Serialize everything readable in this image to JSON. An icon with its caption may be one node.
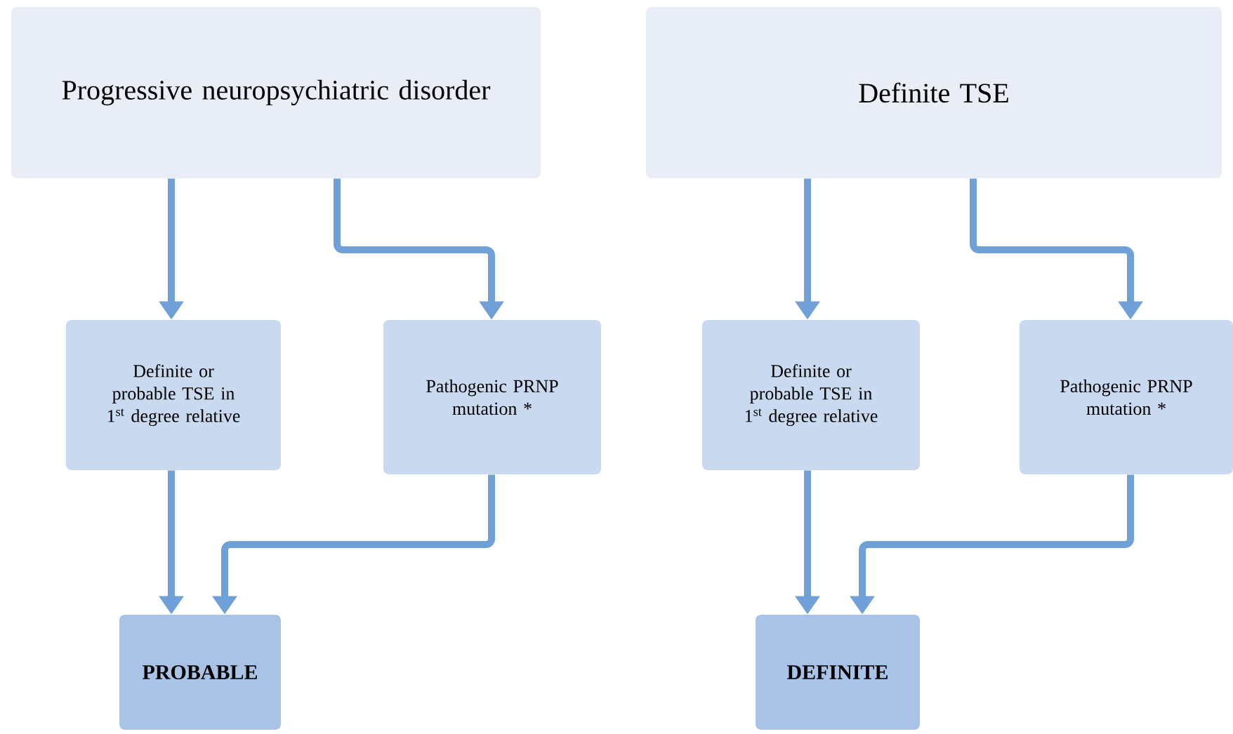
{
  "diagram": {
    "nodes": [
      {
        "text": [
          "Progressive neuropsychiatric disorder"
        ]
      },
      {
        "text": [
          "Definite or probable TSE in 1$^{st}$ degree relative"
        ]
      },
      {
        "text": [
          "Pathogenic PRNP mutation *"
        ]
      },
      {
        "text": [
          "PROBABLE"
        ]
      },
      {
        "text": [
          "Definite TSE"
        ]
      },
      {
        "text": [
          "Definite or probable TSE in 1$^{st}$ degree relative"
        ]
      },
      {
        "text": [
          "Pathogenic PRNP mutation *"
        ]
      },
      {
        "text": [
          "DEFINITE"
        ]
      }
    ],
    "edges": [
      {
        "from": 0,
        "to": 1,
        "arrow": "to"
      },
      {
        "from": 0,
        "to": 2,
        "arrow": "to"
      },
      {
        "from": 1,
        "to": 3,
        "arrow": "to"
      },
      {
        "from": 2,
        "to": 3,
        "arrow": "to"
      },
      {
        "from": 4,
        "to": 5,
        "arrow": "to"
      },
      {
        "from": 4,
        "to": 6,
        "arrow": "to"
      },
      {
        "from": 5,
        "to": 7,
        "arrow": "to"
      },
      {
        "from": 6,
        "to": 7,
        "arrow": "to"
      }
    ]
  }
}
